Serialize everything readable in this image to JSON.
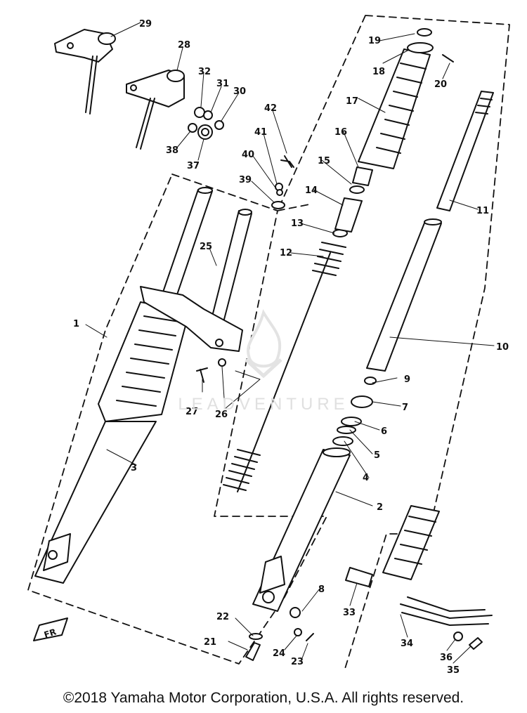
{
  "diagram": {
    "callouts": [
      "1",
      "2",
      "3",
      "4",
      "5",
      "6",
      "7",
      "8",
      "9",
      "10",
      "11",
      "12",
      "13",
      "14",
      "15",
      "16",
      "17",
      "18",
      "19",
      "20",
      "21",
      "22",
      "23",
      "24",
      "25",
      "26",
      "27",
      "28",
      "29",
      "30",
      "31",
      "32",
      "33",
      "34",
      "35",
      "36",
      "37",
      "38",
      "39",
      "40",
      "41",
      "42"
    ],
    "watermark": "LEADVENTURE",
    "front_marker": "FR"
  },
  "footer": {
    "copyright": "©2018 Yamaha Motor Corporation, U.S.A. All rights reserved."
  }
}
